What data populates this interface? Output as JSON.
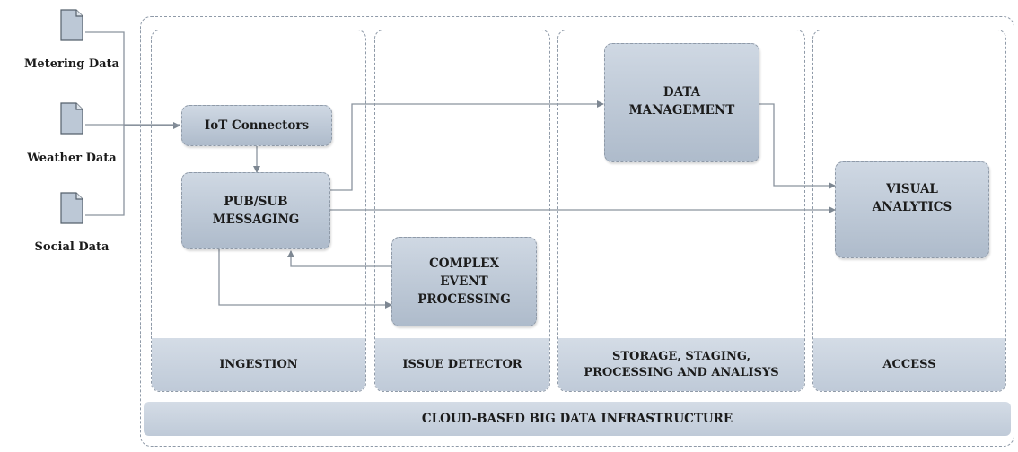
{
  "sources": [
    {
      "id": "metering",
      "label": "Metering Data",
      "icon": "document-icon"
    },
    {
      "id": "weather",
      "label": "Weather Data",
      "icon": "document-icon"
    },
    {
      "id": "social",
      "label": "Social Data",
      "icon": "document-icon"
    }
  ],
  "processes": {
    "iot": "IoT Connectors",
    "pubsub_line1": "PUB/SUB",
    "pubsub_line2": "MESSAGING",
    "cep_line1": "COMPLEX",
    "cep_line2": "EVENT",
    "cep_line3": "PROCESSING",
    "data_mgmt_line1": "DATA",
    "data_mgmt_line2": "MANAGEMENT",
    "visual_line1": "VISUAL",
    "visual_line2": "ANALYTICS"
  },
  "columns": {
    "ingestion": "INGESTION",
    "issue_detector": "ISSUE DETECTOR",
    "storage_line1": "STORAGE, STAGING,",
    "storage_line2": "PROCESSING AND ANALISYS",
    "access": "ACCESS"
  },
  "footer": "CLOUD-BASED BIG DATA INFRASTRUCTURE",
  "colors": {
    "box_fill": "#bcc8d6",
    "dashed_border": "#8f9aa8",
    "arrow": "#7d8792"
  }
}
